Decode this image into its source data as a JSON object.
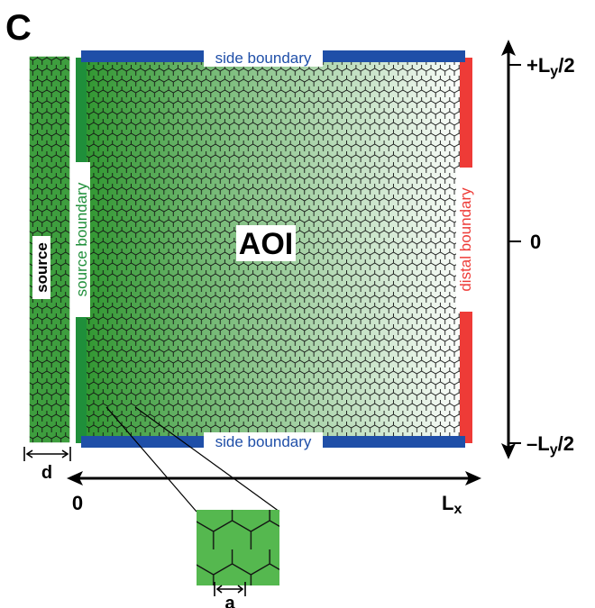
{
  "panel_letter": "C",
  "labels": {
    "aoi": "AOI",
    "source": "source",
    "source_boundary": "source boundary",
    "distal_boundary": "distal boundary",
    "side_boundary_top": "side boundary",
    "side_boundary_bottom": "side boundary",
    "d": "d",
    "a": "a",
    "x_start": "0",
    "x_end": "L",
    "x_end_sub": "x",
    "y_top": "+L",
    "y_top_sub": "y",
    "y_top_suffix": "/2",
    "y_mid": "0",
    "y_bottom": "–L",
    "y_bottom_sub": "y",
    "y_bottom_suffix": "/2"
  },
  "colors": {
    "source_fill": "#3e9e3e",
    "aoi_gradient_start": "#2f962f",
    "aoi_gradient_end": "#ffffff",
    "source_boundary": "#1f8f3a",
    "distal_boundary": "#ee3b37",
    "side_boundary": "#1f4fa8",
    "inset_fill": "#55b84f",
    "cell_stroke": "#111111"
  },
  "icons": {
    "x_axis": "double-headed-arrow",
    "y_axis": "double-headed-arrow",
    "d_marker": "double-headed-arrow",
    "a_marker": "double-headed-arrow"
  }
}
